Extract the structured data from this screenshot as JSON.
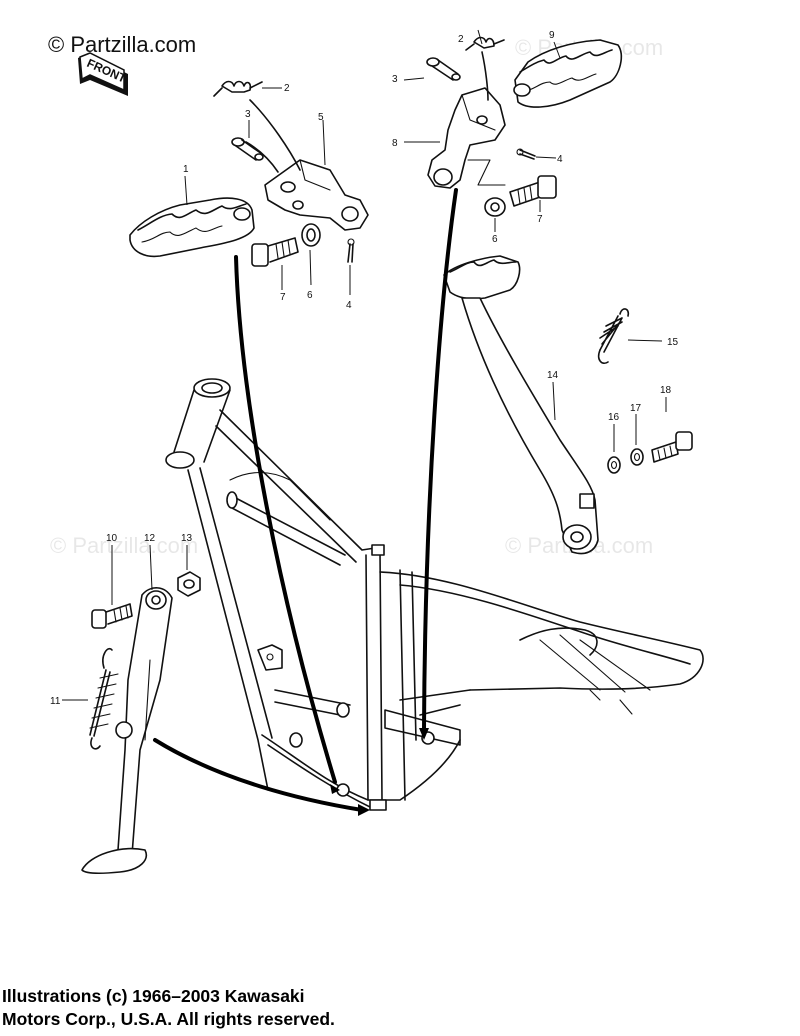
{
  "watermarks": {
    "top_left": "© Partzilla.com",
    "faint": "© Partzilla.com"
  },
  "front_label": "FRONT",
  "callouts": {
    "c1": "1",
    "c2a": "2",
    "c2b": "2",
    "c3a": "3",
    "c3b": "3",
    "c4a": "4",
    "c4b": "4",
    "c5": "5",
    "c6a": "6",
    "c6b": "6",
    "c7a": "7",
    "c7b": "7",
    "c8": "8",
    "c9": "9",
    "c10": "10",
    "c11": "11",
    "c12": "12",
    "c13": "13",
    "c14": "14",
    "c15": "15",
    "c16": "16",
    "c17": "17",
    "c18": "18"
  },
  "copyright": {
    "line1": "Illustrations (c) 1966–2003 Kawasaki",
    "line2": "Motors Corp., U.S.A.  All rights reserved."
  }
}
